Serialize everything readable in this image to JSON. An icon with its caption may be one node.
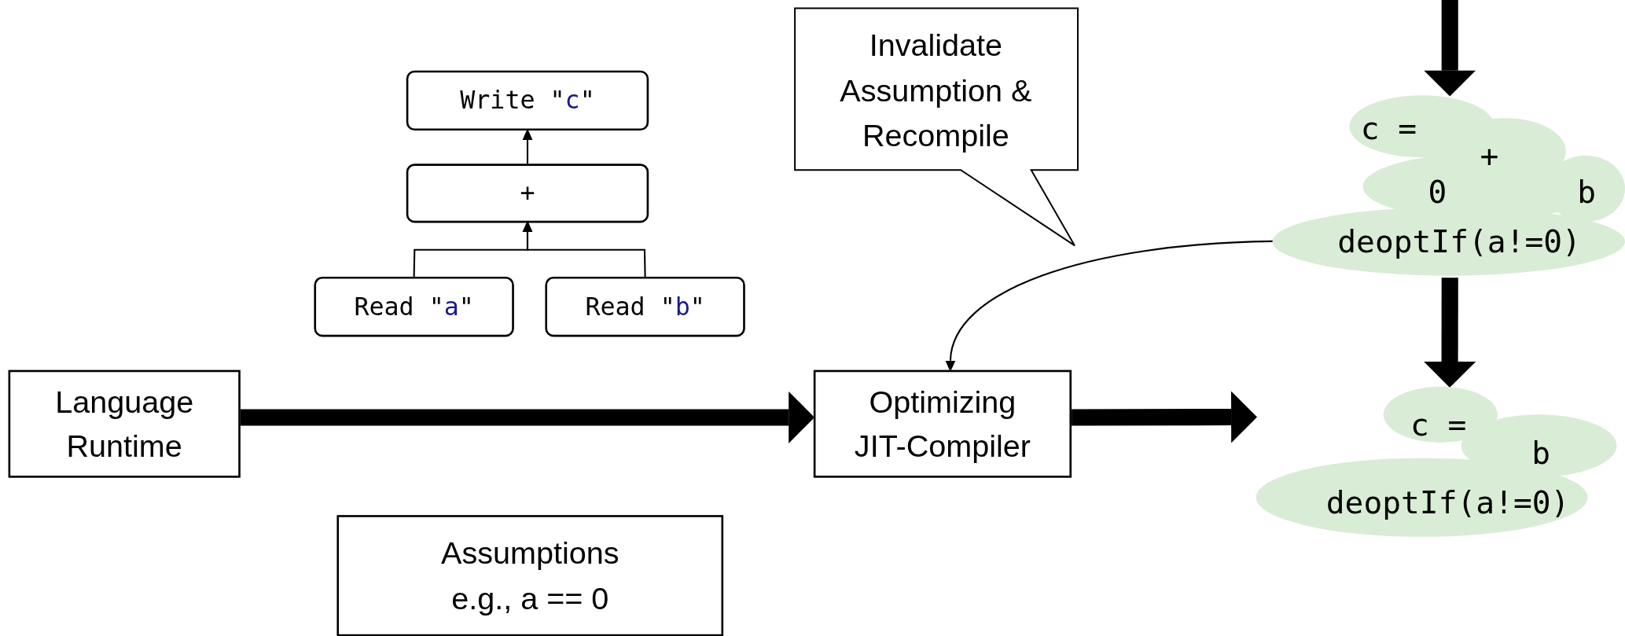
{
  "diagram": {
    "nodes": [
      {
        "text": [
          "Write \"c\""
        ]
      },
      {
        "text": [
          "+"
        ]
      },
      {
        "text": [
          "Read \"a\""
        ]
      },
      {
        "text": [
          "Read \"b\""
        ]
      },
      {
        "text": [
          "Invalidate Assumption & Recompile"
        ]
      },
      {
        "text": [
          "c =",
          "+",
          "0",
          "b",
          "deoptIf(a!=0)"
        ]
      },
      {
        "text": [
          "Language Runtime"
        ]
      },
      {
        "text": [
          "Optimizing JIT-Compiler"
        ]
      },
      {
        "text": [
          "c =",
          "b",
          "deoptIf(a!=0)"
        ]
      },
      {
        "text": [
          "Assumptions",
          "e.g., a == 0"
        ]
      }
    ],
    "edges": [
      {
        "from": 6,
        "to": 7,
        "arrow": "to",
        "style": "thick"
      },
      {
        "from": 2,
        "to": 1,
        "arrow": "to"
      },
      {
        "from": 3,
        "to": 1,
        "arrow": "to"
      },
      {
        "from": 1,
        "to": 0,
        "arrow": "to"
      },
      {
        "from": null,
        "to": 5,
        "arrow": "to",
        "style": "thick"
      },
      {
        "from": 5,
        "to": 8,
        "arrow": "to",
        "style": "thick"
      },
      {
        "from": 7,
        "to": 8,
        "arrow": "to",
        "style": "thick"
      },
      {
        "from": 5,
        "to": 7,
        "arrow": "to"
      }
    ]
  }
}
